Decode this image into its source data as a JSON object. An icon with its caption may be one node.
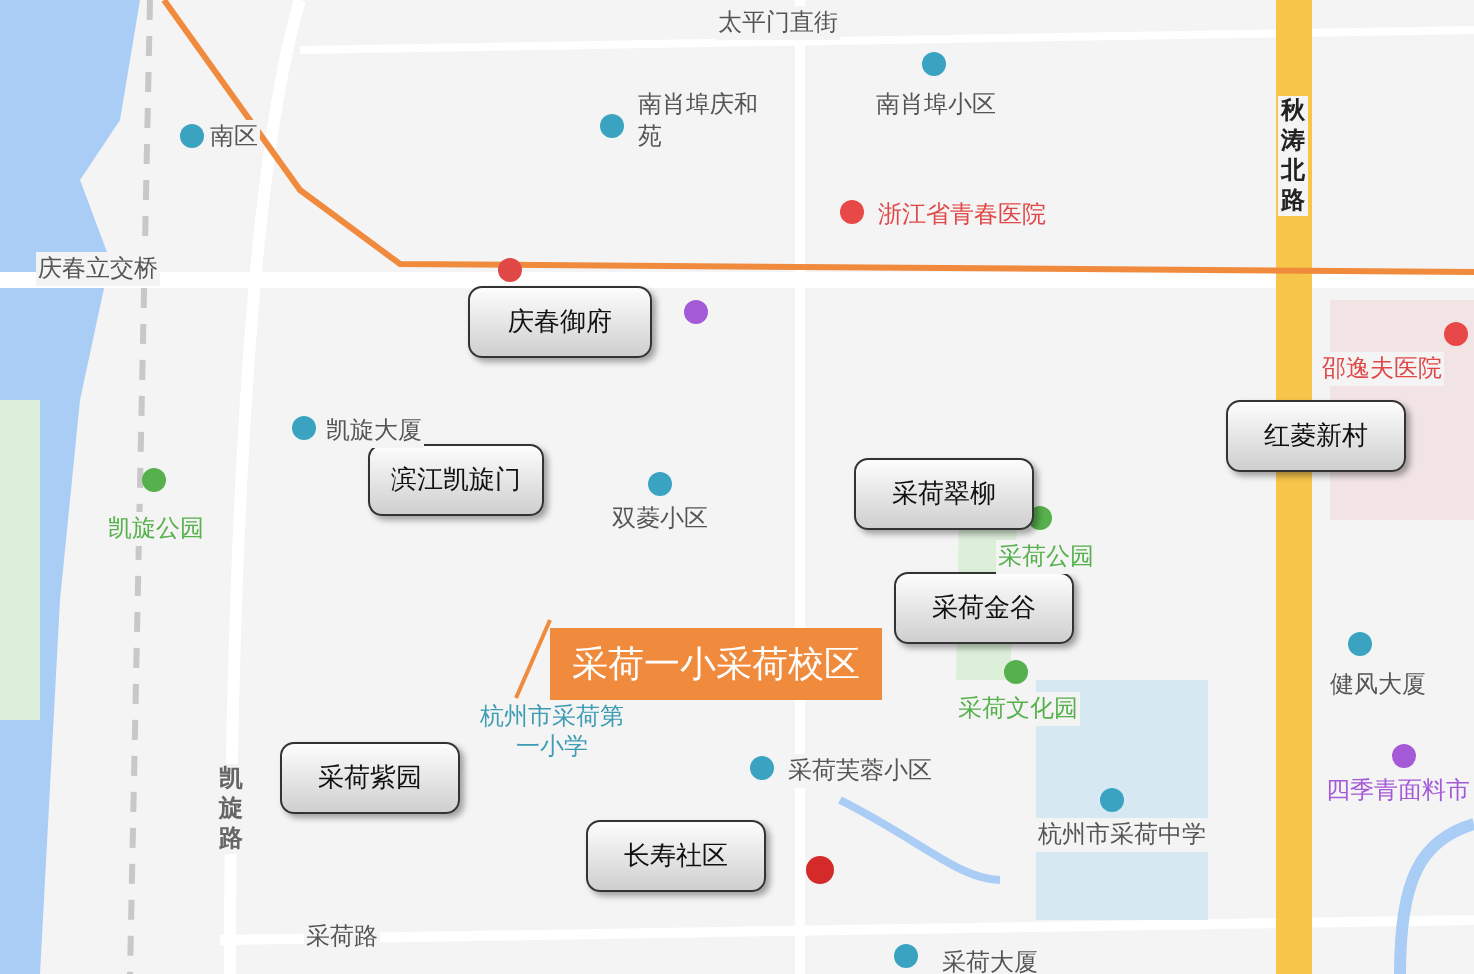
{
  "diagram": {
    "nodes": [
      {
        "text": [
          "庆春御府"
        ]
      },
      {
        "text": [
          "滨江凯旋门"
        ]
      },
      {
        "text": [
          "红菱新村"
        ]
      },
      {
        "text": [
          "采荷翠柳"
        ]
      },
      {
        "text": [
          "采荷金谷"
        ]
      },
      {
        "text": [
          "采荷一小采荷校区"
        ]
      },
      {
        "text": [
          "采荷紫园"
        ]
      },
      {
        "text": [
          "长寿社区"
        ]
      },
      {
        "text": [
          "杭州市采荷第一小学"
        ]
      }
    ],
    "edges": [
      {
        "from": 5,
        "to": 8,
        "arrow": "none"
      }
    ],
    "labels": [
      "太平门直街",
      "南区",
      "南肖埠庆和苑",
      "南肖埠小区",
      "浙江省青春医院",
      "秋涛北路",
      "庆春立交桥",
      "凯旋大厦",
      "凯旋公园",
      "双菱小区",
      "邵逸夫医院",
      "采荷公园",
      "健风大厦",
      "采荷文化园",
      "凯旋路",
      "采荷芙蓉小区",
      "四季青面料市",
      "杭州市采荷中学",
      "采荷路",
      "采荷大厦"
    ]
  }
}
